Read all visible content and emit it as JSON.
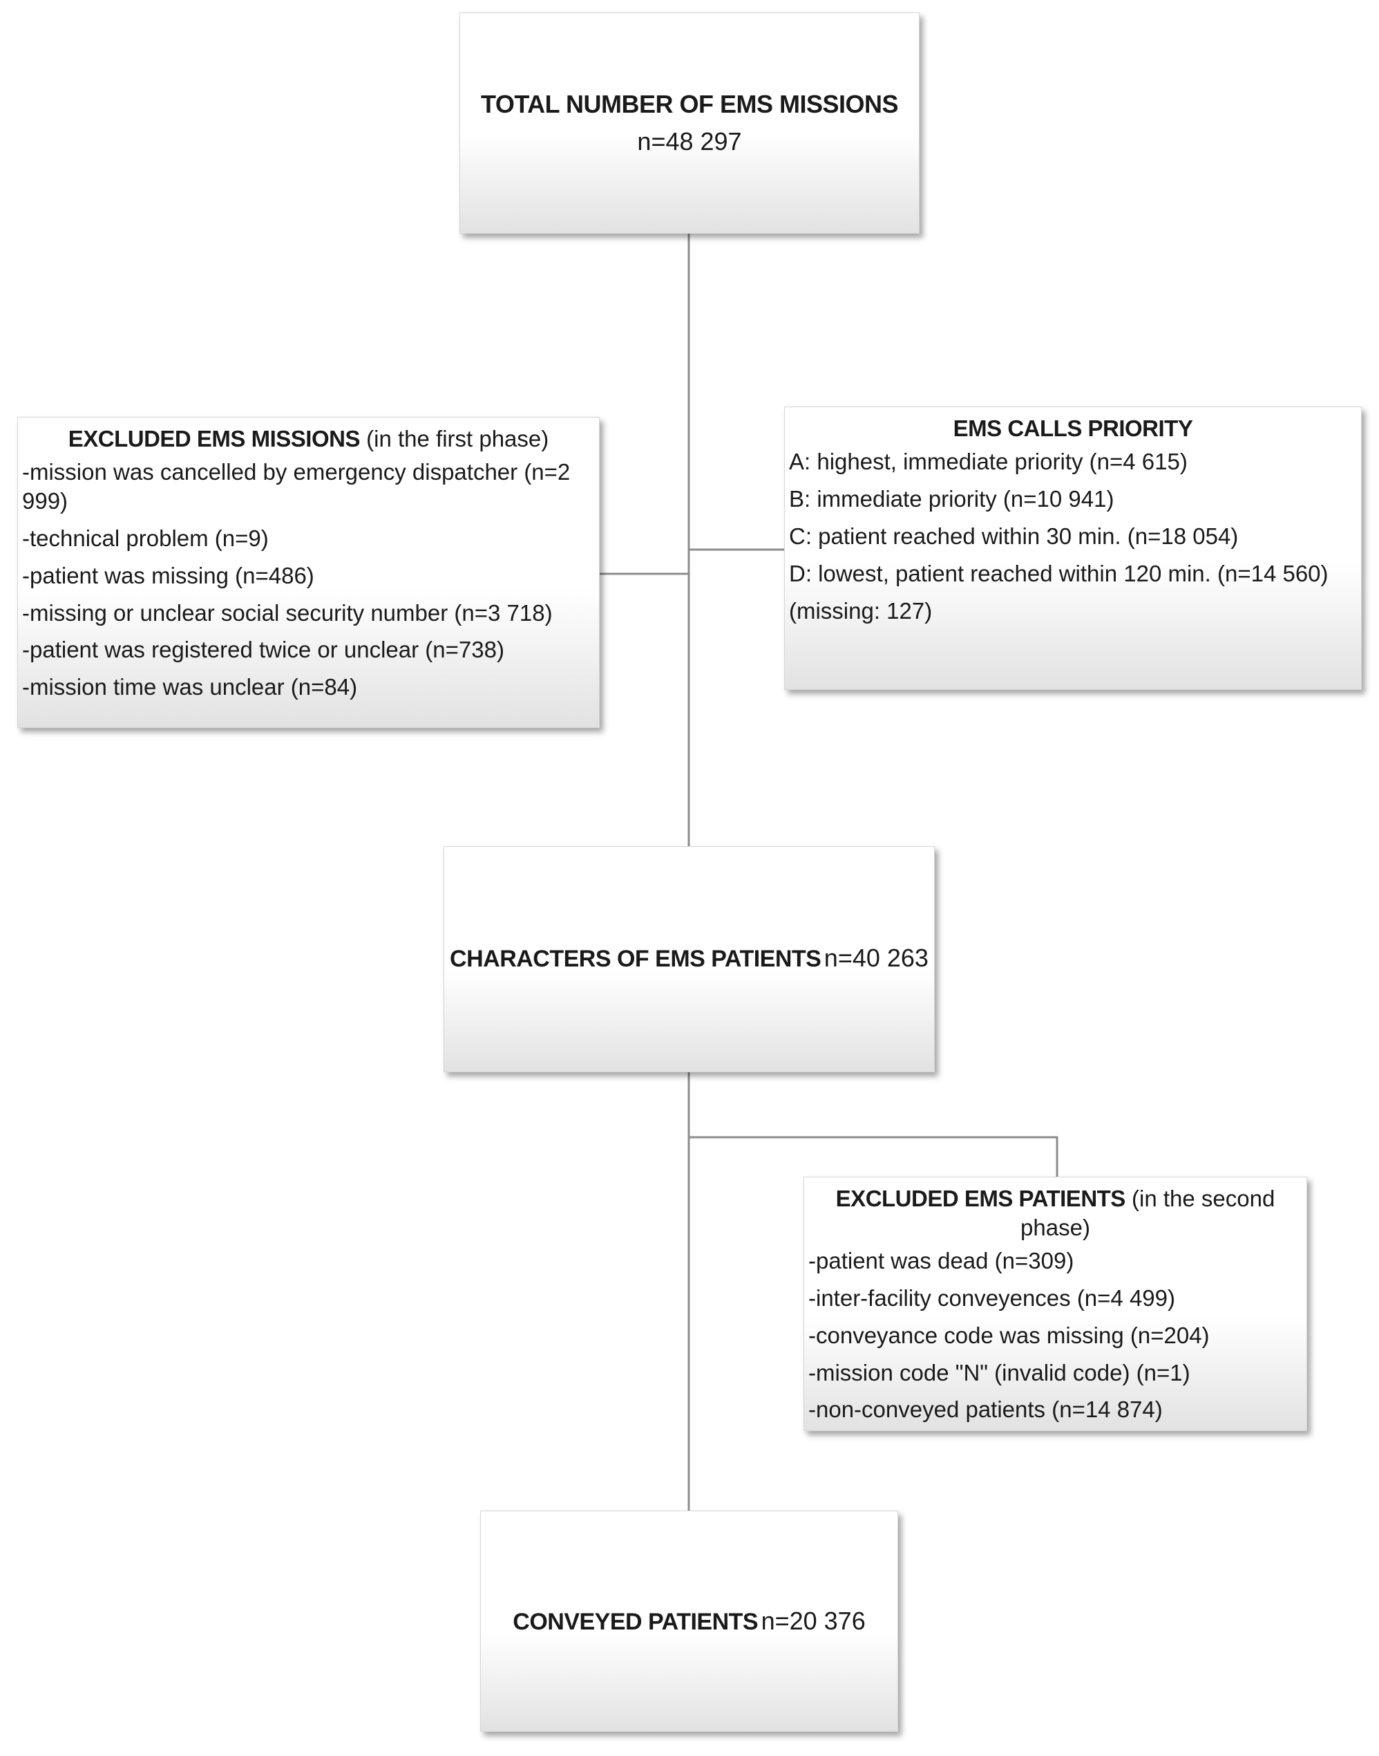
{
  "total_missions": {
    "title": "TOTAL NUMBER OF EMS MISSIONS",
    "count": "n=48 297"
  },
  "excluded_missions": {
    "title": "EXCLUDED EMS MISSIONS",
    "subtitle": "(in the first phase)",
    "items": [
      "-mission was cancelled by emergency dispatcher (n=2 999)",
      "-technical problem (n=9)",
      "-patient was missing (n=486)",
      "-missing or unclear social security number (n=3 718)",
      "-patient was registered twice or unclear (n=738)",
      "-mission time was unclear (n=84)"
    ]
  },
  "calls_priority": {
    "title": "EMS CALLS PRIORITY",
    "items": [
      "A: highest, immediate priority (n=4 615)",
      "B: immediate priority (n=10 941)",
      "C: patient reached within 30 min. (n=18 054)",
      "D: lowest, patient reached within 120 min. (n=14 560)",
      "(missing: 127)"
    ]
  },
  "characters": {
    "title": "CHARACTERS OF EMS PATIENTS",
    "count": "n=40 263"
  },
  "excluded_patients": {
    "title": "EXCLUDED EMS PATIENTS",
    "subtitle": "(in the second phase)",
    "items": [
      "-patient was dead (n=309)",
      "-inter-facility conveyences (n=4 499)",
      "-conveyance code was missing (n=204)",
      "-mission code \"N\" (invalid code) (n=1)",
      "-non-conveyed patients (n=14 874)"
    ]
  },
  "conveyed": {
    "title": "CONVEYED PATIENTS",
    "count": "n=20 376"
  }
}
